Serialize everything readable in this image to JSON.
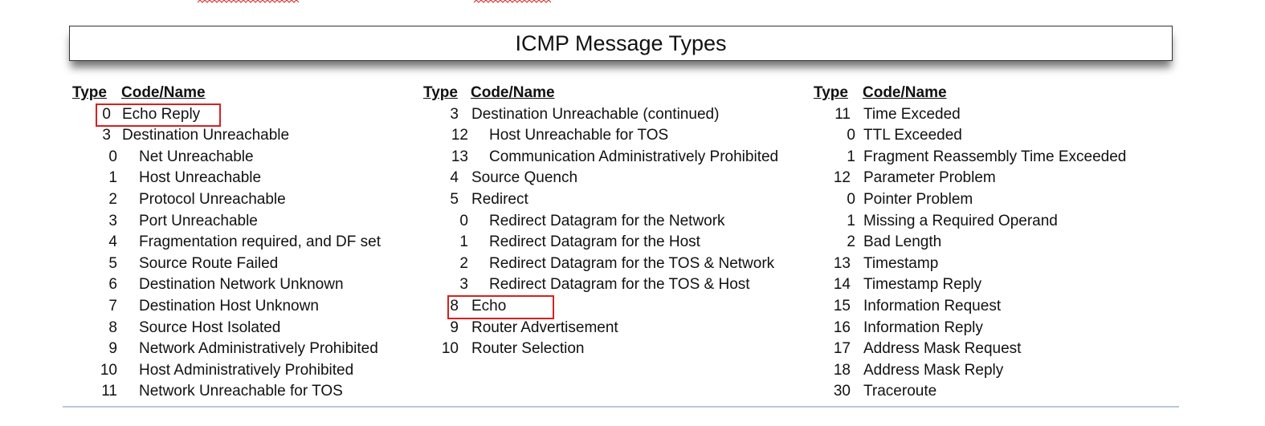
{
  "title": "ICMP Message Types",
  "header": {
    "type": "Type",
    "codename": "Code/Name"
  },
  "columns": [
    {
      "rows": [
        {
          "num": "0",
          "name": "Echo Reply",
          "level": 0,
          "highlight": true
        },
        {
          "num": "3",
          "name": "Destination Unreachable",
          "level": 0
        },
        {
          "num": "0",
          "name": "Net Unreachable",
          "level": 1
        },
        {
          "num": "1",
          "name": "Host Unreachable",
          "level": 1
        },
        {
          "num": "2",
          "name": "Protocol Unreachable",
          "level": 1
        },
        {
          "num": "3",
          "name": "Port Unreachable",
          "level": 1
        },
        {
          "num": "4",
          "name": "Fragmentation required, and DF set",
          "level": 1
        },
        {
          "num": "5",
          "name": "Source Route Failed",
          "level": 1
        },
        {
          "num": "6",
          "name": "Destination Network Unknown",
          "level": 1
        },
        {
          "num": "7",
          "name": "Destination Host Unknown",
          "level": 1
        },
        {
          "num": "8",
          "name": "Source Host Isolated",
          "level": 1
        },
        {
          "num": "9",
          "name": "Network Administratively Prohibited",
          "level": 1
        },
        {
          "num": "10",
          "name": "Host Administratively Prohibited",
          "level": 1
        },
        {
          "num": "11",
          "name": "Network Unreachable for TOS",
          "level": 1
        }
      ]
    },
    {
      "rows": [
        {
          "num": "3",
          "name": "Destination Unreachable (continued)",
          "level": 0
        },
        {
          "num": "12",
          "name": "Host Unreachable for TOS",
          "level": 1
        },
        {
          "num": "13",
          "name": "Communication Administratively Prohibited",
          "level": 1
        },
        {
          "num": "4",
          "name": "Source Quench",
          "level": 0
        },
        {
          "num": "5",
          "name": "Redirect",
          "level": 0
        },
        {
          "num": "0",
          "name": "Redirect Datagram for the Network",
          "level": 1
        },
        {
          "num": "1",
          "name": "Redirect Datagram for the Host",
          "level": 1
        },
        {
          "num": "2",
          "name": "Redirect Datagram for the TOS & Network",
          "level": 1
        },
        {
          "num": "3",
          "name": "Redirect Datagram for the TOS & Host",
          "level": 1
        },
        {
          "num": "8",
          "name": "Echo",
          "level": 0,
          "highlight": true
        },
        {
          "num": "9",
          "name": "Router Advertisement",
          "level": 0
        },
        {
          "num": "10",
          "name": "Router Selection",
          "level": 0
        }
      ]
    },
    {
      "rows": [
        {
          "num": "11",
          "name": "Time Exceded",
          "level": 0
        },
        {
          "num": "0",
          "name": "TTL Exceeded",
          "level": 1
        },
        {
          "num": "1",
          "name": "Fragment Reassembly Time Exceeded",
          "level": 1
        },
        {
          "num": "12",
          "name": "Parameter Problem",
          "level": 0
        },
        {
          "num": "0",
          "name": "Pointer Problem",
          "level": 1
        },
        {
          "num": "1",
          "name": "Missing a Required Operand",
          "level": 1
        },
        {
          "num": "2",
          "name": "Bad Length",
          "level": 1
        },
        {
          "num": "13",
          "name": "Timestamp",
          "level": 0
        },
        {
          "num": "14",
          "name": "Timestamp Reply",
          "level": 0
        },
        {
          "num": "15",
          "name": "Information Request",
          "level": 0
        },
        {
          "num": "16",
          "name": "Information Reply",
          "level": 0
        },
        {
          "num": "17",
          "name": "Address Mask Request",
          "level": 0
        },
        {
          "num": "18",
          "name": "Address Mask Reply",
          "level": 0
        },
        {
          "num": "30",
          "name": "Traceroute",
          "level": 0
        }
      ]
    }
  ],
  "colors": {
    "highlight": "#d62020",
    "text": "#111111"
  }
}
